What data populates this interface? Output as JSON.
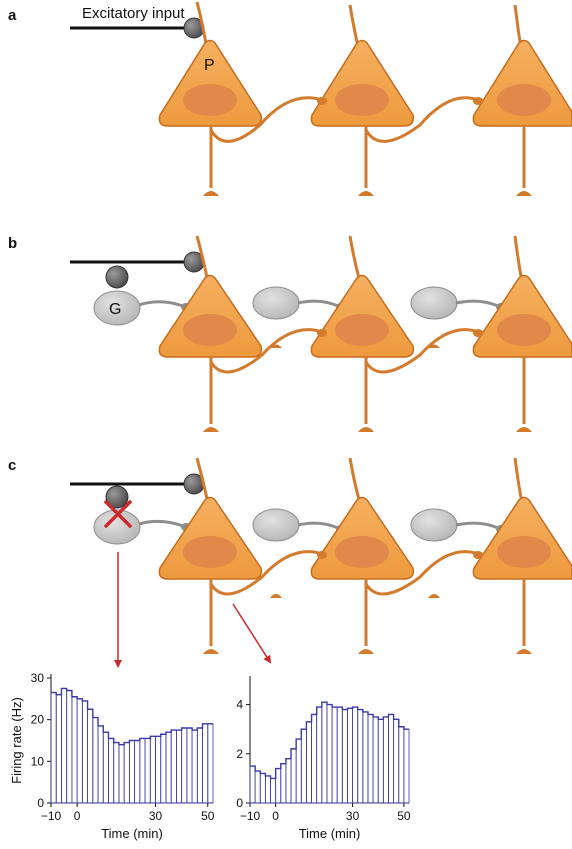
{
  "colors": {
    "pyramidal_fill": "#f1a24c",
    "pyramidal_stroke": "#c86a1c",
    "nucleus": "#e0894a",
    "axon": "#d47a2c",
    "glial_fill": "#c9c9c9",
    "glial_stroke": "#8e8e8e",
    "input_bouton": "#5a5a5a",
    "block_x": "#cc2a2a",
    "arrow": "#c8282c",
    "histogram": "#3a3aa8"
  },
  "icons": [
    "excitatory-bouton-icon",
    "block-x-icon",
    "arrow-icon"
  ],
  "panels": {
    "a": {
      "letter": "a",
      "input_label": "Excitatory input",
      "cell_label": "P"
    },
    "b": {
      "letter": "b",
      "glial_label": "G"
    },
    "c": {
      "letter": "c"
    }
  },
  "chart_data": [
    {
      "type": "bar",
      "style": "step-histogram",
      "title": "",
      "xlabel": "Time (min)",
      "ylabel": "Firing rate (Hz)",
      "xlim": [
        -10,
        52
      ],
      "ylim": [
        0,
        30
      ],
      "xticks": [
        -10,
        0,
        30,
        50
      ],
      "yticks": [
        0,
        10,
        20,
        30
      ],
      "bin_width": 2,
      "x": [
        -10,
        -8,
        -6,
        -4,
        -2,
        0,
        2,
        4,
        6,
        8,
        10,
        12,
        14,
        16,
        18,
        20,
        22,
        24,
        26,
        28,
        30,
        32,
        34,
        36,
        38,
        40,
        42,
        44,
        46,
        48,
        50
      ],
      "values": [
        26.5,
        26,
        27.5,
        27,
        25.5,
        25,
        24.5,
        22.5,
        20.5,
        18.5,
        17,
        15.5,
        14.5,
        14,
        14.5,
        15,
        15,
        15.5,
        15.5,
        16,
        16,
        16.5,
        17,
        17.5,
        17.5,
        18,
        18,
        17.5,
        18,
        19,
        19
      ]
    },
    {
      "type": "bar",
      "style": "step-histogram",
      "title": "",
      "xlabel": "Time (min)",
      "ylabel": "",
      "xlim": [
        -10,
        52
      ],
      "ylim": [
        0,
        5
      ],
      "xticks": [
        -10,
        0,
        30,
        50
      ],
      "yticks": [
        0,
        2,
        4
      ],
      "bin_width": 2,
      "x": [
        -10,
        -8,
        -6,
        -4,
        -2,
        0,
        2,
        4,
        6,
        8,
        10,
        12,
        14,
        16,
        18,
        20,
        22,
        24,
        26,
        28,
        30,
        32,
        34,
        36,
        38,
        40,
        42,
        44,
        46,
        48,
        50
      ],
      "values": [
        1.5,
        1.3,
        1.2,
        1.1,
        1.0,
        1.4,
        1.6,
        1.8,
        2.2,
        2.6,
        3.0,
        3.3,
        3.6,
        3.9,
        4.1,
        4.0,
        3.9,
        3.9,
        3.8,
        3.85,
        3.9,
        3.8,
        3.7,
        3.6,
        3.5,
        3.4,
        3.5,
        3.6,
        3.4,
        3.1,
        3.0
      ]
    }
  ]
}
